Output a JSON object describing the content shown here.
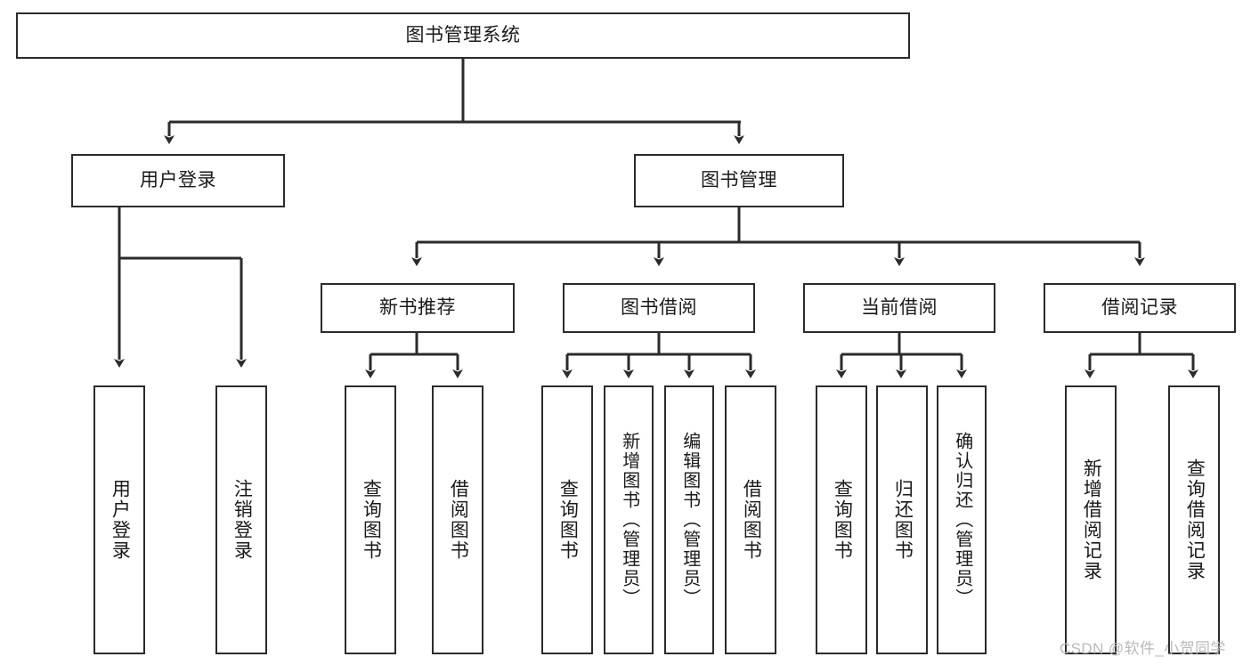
{
  "diagram": {
    "type": "tree-hierarchy",
    "title": "图书管理系统",
    "watermark": "CSDN @软件_小贺同学",
    "colors": {
      "background": "#ffffff",
      "border": "#2b2b2b",
      "text": "#1a1a1a",
      "connector": "#2b2b2b",
      "watermark": "#b9b9b9"
    },
    "nodes": {
      "root": {
        "label": "图书管理系统"
      },
      "level2": [
        {
          "label": "用户登录"
        },
        {
          "label": "图书管理"
        }
      ],
      "level3": [
        {
          "label": "新书推荐"
        },
        {
          "label": "图书借阅"
        },
        {
          "label": "当前借阅"
        },
        {
          "label": "借阅记录"
        }
      ],
      "leaves": {
        "user_login": [
          {
            "label": "用户登录"
          },
          {
            "label": "注销登录"
          }
        ],
        "new_book_recommend": [
          {
            "label": "查询图书"
          },
          {
            "label": "借阅图书"
          }
        ],
        "book_borrow": [
          {
            "label": "查询图书"
          },
          {
            "label": "新增图书（管理员）"
          },
          {
            "label": "编辑图书（管理员）"
          },
          {
            "label": "借阅图书"
          }
        ],
        "current_borrow": [
          {
            "label": "查询图书"
          },
          {
            "label": "归还图书"
          },
          {
            "label": "确认归还（管理员）"
          }
        ],
        "borrow_record": [
          {
            "label": "新增借阅记录"
          },
          {
            "label": "查询借阅记录"
          }
        ]
      }
    }
  }
}
